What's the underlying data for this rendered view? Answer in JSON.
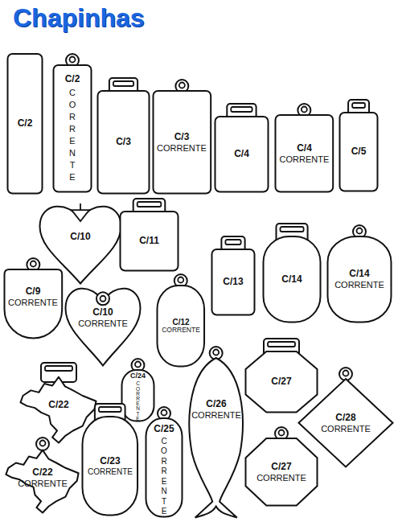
{
  "diagram": {
    "title": "Chapinhas",
    "nodes": [
      {
        "text": [
          "C/2"
        ]
      },
      {
        "text": [
          "C/2",
          "CORRENTE"
        ]
      },
      {
        "text": [
          "C/3"
        ]
      },
      {
        "text": [
          "C/3",
          "CORRENTE"
        ]
      },
      {
        "text": [
          "C/4"
        ]
      },
      {
        "text": [
          "C/4",
          "CORRENTE"
        ]
      },
      {
        "text": [
          "C/5"
        ]
      },
      {
        "text": [
          "C/10"
        ]
      },
      {
        "text": [
          "C/11"
        ]
      },
      {
        "text": [
          "C/13"
        ]
      },
      {
        "text": [
          "C/14"
        ]
      },
      {
        "text": [
          "C/14",
          "CORRENTE"
        ]
      },
      {
        "text": [
          "C/9",
          "CORRENTE"
        ]
      },
      {
        "text": [
          "C/10",
          "CORRENTE"
        ]
      },
      {
        "text": [
          "C/12",
          "CORRENTE"
        ]
      },
      {
        "text": [
          "C/24",
          "CORRENTE"
        ]
      },
      {
        "text": [
          "C/22"
        ]
      },
      {
        "text": [
          "C/27"
        ]
      },
      {
        "text": [
          "C/26",
          "CORRENTE"
        ]
      },
      {
        "text": [
          "C/28",
          "CORRENTE"
        ]
      },
      {
        "text": [
          "C/23",
          "CORRENTE"
        ]
      },
      {
        "text": [
          "C/25",
          "CORRENTE"
        ]
      },
      {
        "text": [
          "C/22",
          "CORRENTE"
        ]
      },
      {
        "text": [
          "C/27",
          "CORRENTE"
        ]
      }
    ]
  }
}
